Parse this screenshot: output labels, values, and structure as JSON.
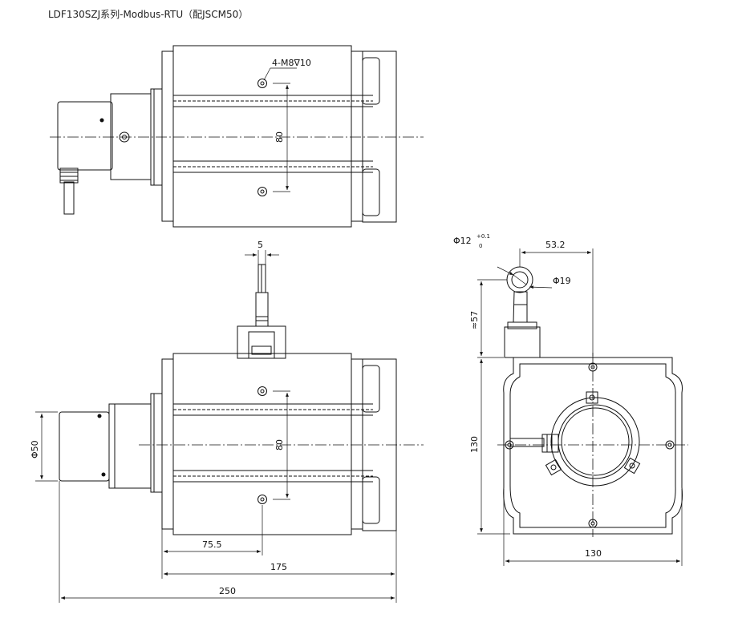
{
  "title": "LDF130SZJ系列-Modbus-RTU（配JSCM50）",
  "top_view": {
    "hole_callout": "4-M8∇10",
    "dim_holes": "80"
  },
  "front_view": {
    "dim_cable": "5",
    "dim_holes": "80",
    "dim_encoder_dia": "Φ50",
    "dim_hole_offset": "75.5",
    "dim_body_length": "175",
    "dim_total_length": "250"
  },
  "side_view": {
    "dim_ring_inner": "Φ12",
    "tol_upper": "+0.1",
    "tol_lower": "0",
    "dim_ring_outer": "Φ19",
    "dim_ring_offset": "53.2",
    "dim_cable_height": "≈57",
    "dim_height": "130",
    "dim_width": "130"
  }
}
